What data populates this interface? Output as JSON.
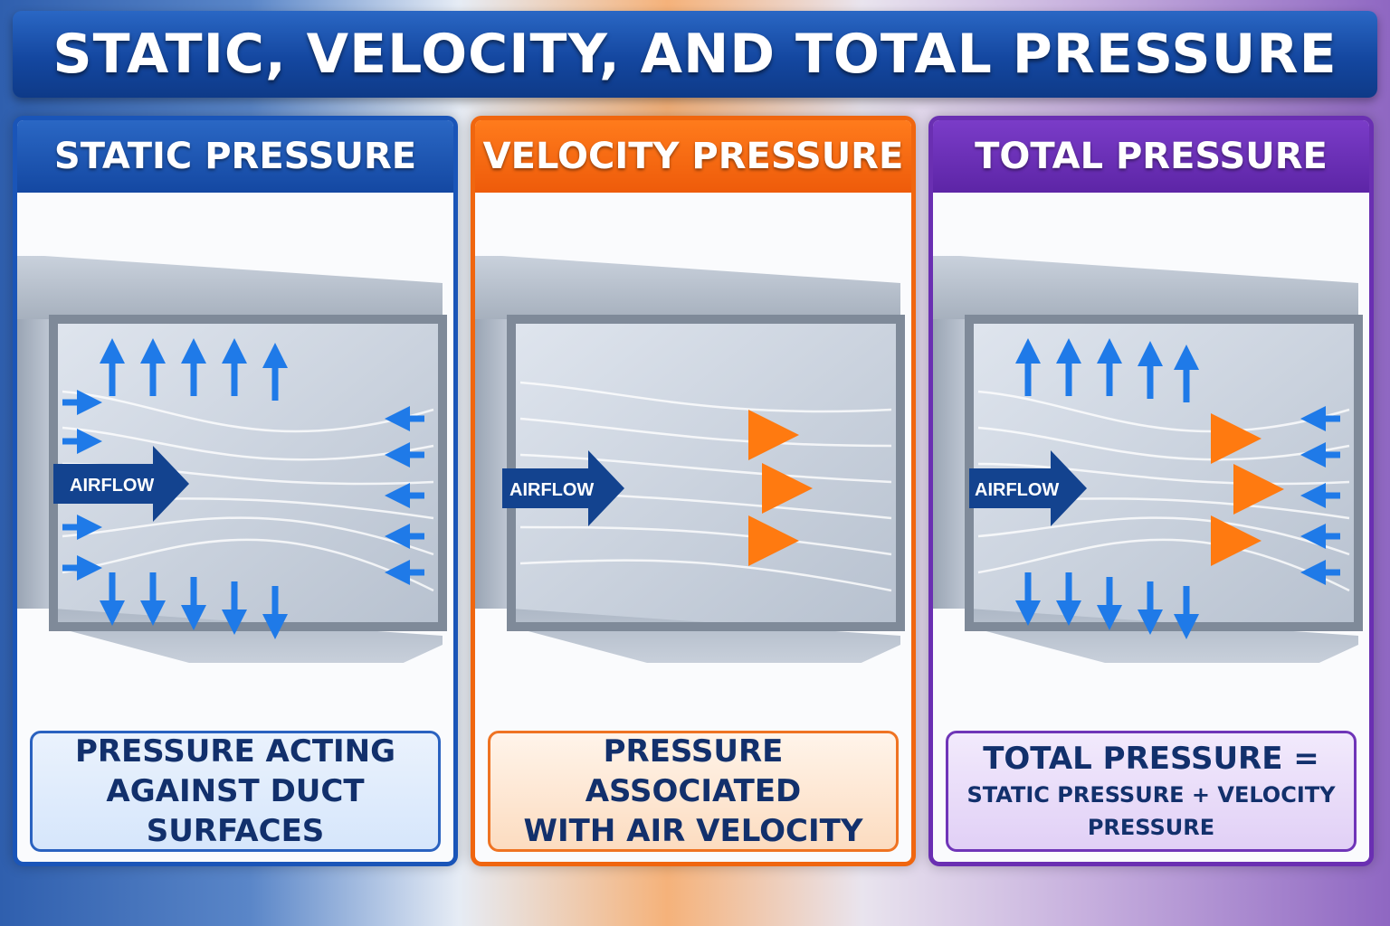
{
  "title": "STATIC, VELOCITY, AND TOTAL PRESSURE",
  "colors": {
    "static": "#1a55b8",
    "velocity": "#f0660f",
    "total": "#6a2fb2",
    "text_dark": "#12306c",
    "arrow_blue": "#1f7ae8",
    "arrow_orange": "#ff7a10"
  },
  "panels": [
    {
      "id": "static",
      "header": "STATIC PRESSURE",
      "airflow_label": "AIRFLOW",
      "caption_line1": "PRESSURE ACTING",
      "caption_line2": "AGAINST DUCT SURFACES",
      "icons": [
        "airflow-arrow-icon",
        "outward-pressure-arrow-icon"
      ]
    },
    {
      "id": "velocity",
      "header": "VELOCITY PRESSURE",
      "airflow_label": "AIRFLOW",
      "caption_line1": "PRESSURE ASSOCIATED",
      "caption_line2": "WITH AIR VELOCITY",
      "icons": [
        "airflow-arrow-icon",
        "velocity-arrow-icon"
      ]
    },
    {
      "id": "total",
      "header": "TOTAL PRESSURE",
      "airflow_label": "AIRFLOW",
      "caption_line1": "TOTAL PRESSURE =",
      "caption_line2": "STATIC PRESSURE + VELOCITY PRESSURE",
      "icons": [
        "airflow-arrow-icon",
        "outward-pressure-arrow-icon",
        "velocity-arrow-icon"
      ]
    }
  ]
}
